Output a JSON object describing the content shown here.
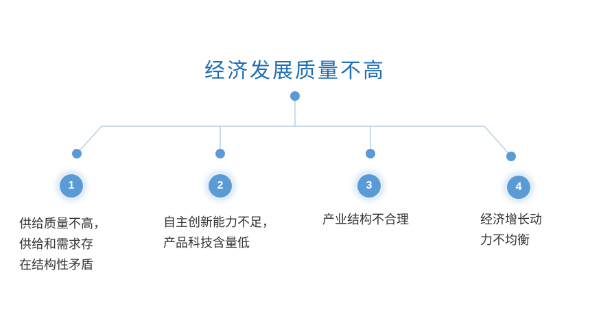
{
  "title": "经济发展质量不高",
  "colors": {
    "title": "#1f6fb5",
    "line": "#b9d0e6",
    "dot": "#5b9bd5",
    "badge": "#5b9bd5",
    "text": "#333333"
  },
  "branches": [
    {
      "number": "1",
      "lines": [
        "供给质量不高，",
        "供给和需求存",
        "在结构性矛盾"
      ]
    },
    {
      "number": "2",
      "lines": [
        "自主创新能力不足，",
        "产品科技含量低"
      ]
    },
    {
      "number": "3",
      "lines": [
        "产业结构不合理"
      ]
    },
    {
      "number": "4",
      "lines": [
        "经济增长动",
        "力不均衡"
      ]
    }
  ]
}
